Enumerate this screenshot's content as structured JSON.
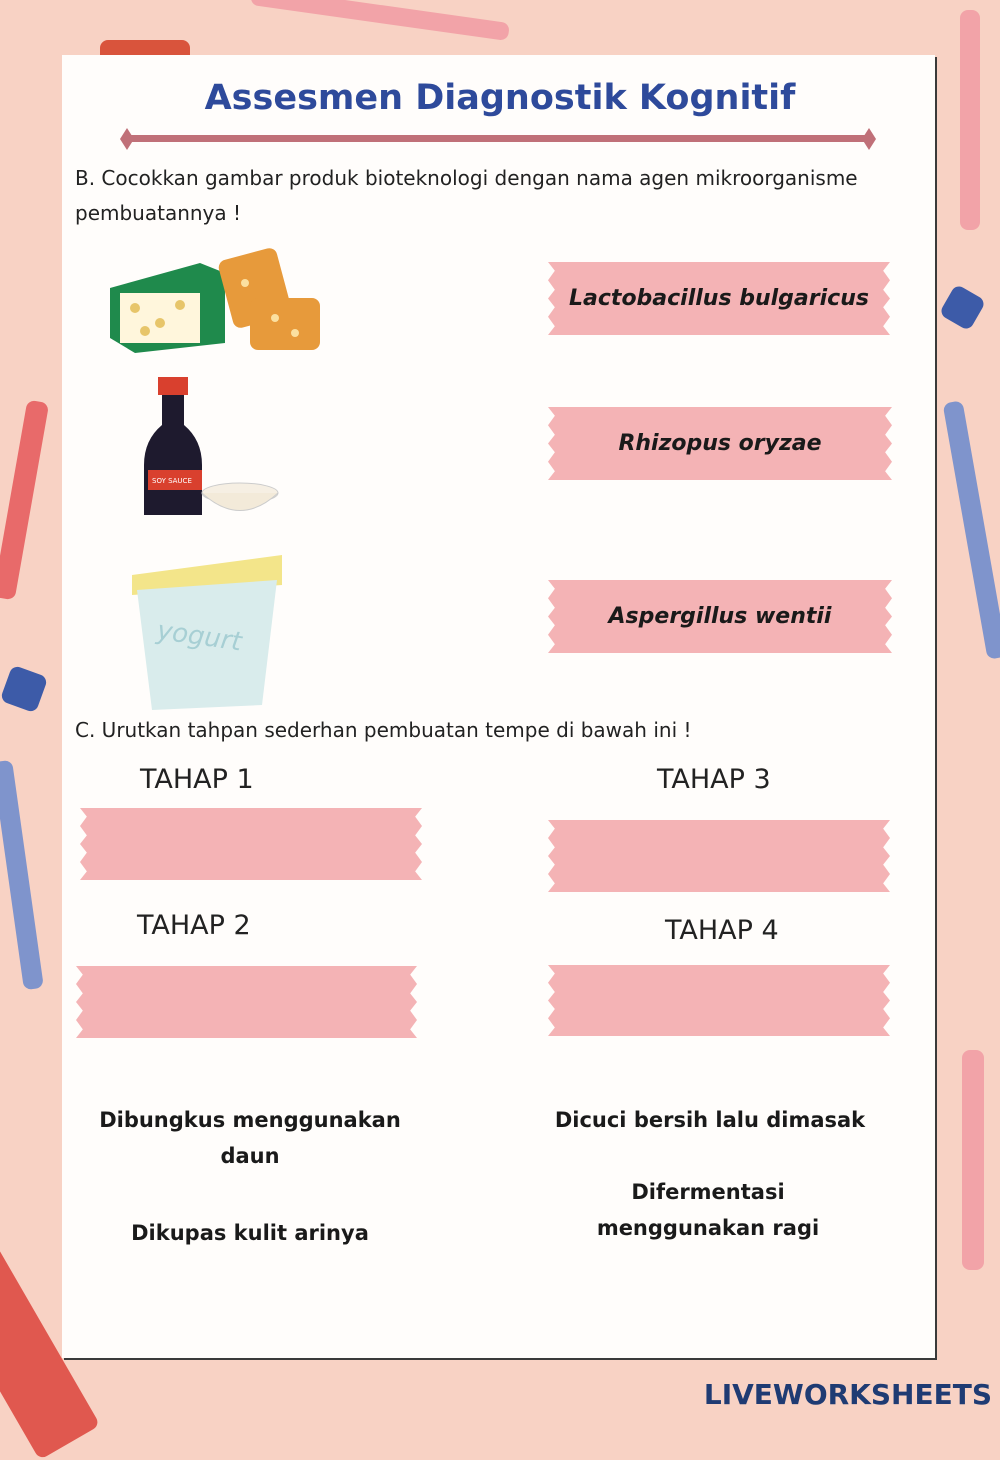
{
  "title": "Assesmen Diagnostik Kognitif",
  "section_b": {
    "instruction_line1": "B. Cocokkan gambar produk bioteknologi dengan nama agen mikroorganisme",
    "instruction_line2": "pembuatannya !",
    "images": [
      "tempe",
      "soy sauce",
      "yogurt"
    ],
    "soy_label": "SOY SAUCE",
    "yogurt_label": "yogurt",
    "options": [
      "Lactobacillus bulgaricus",
      "Rhizopus oryzae",
      "Aspergillus wentii"
    ]
  },
  "section_c": {
    "instruction": "C. Urutkan tahpan sederhan pembuatan tempe di bawah ini !",
    "stages": [
      "TAHAP 1",
      "TAHAP 2",
      "TAHAP 3",
      "TAHAP 4"
    ],
    "answers": {
      "a1": "Dibungkus menggunakan daun",
      "a2": "Dikupas kulit arinya",
      "a3": "Dicuci bersih lalu dimasak",
      "a4": "Difermentasi menggunakan ragi"
    }
  },
  "branding": "LIVEWORKSHEETS",
  "colors": {
    "title": "#2e4a9b",
    "tape": "#f4b3b5",
    "background": "#f8d2c4",
    "divider": "#c07078"
  }
}
